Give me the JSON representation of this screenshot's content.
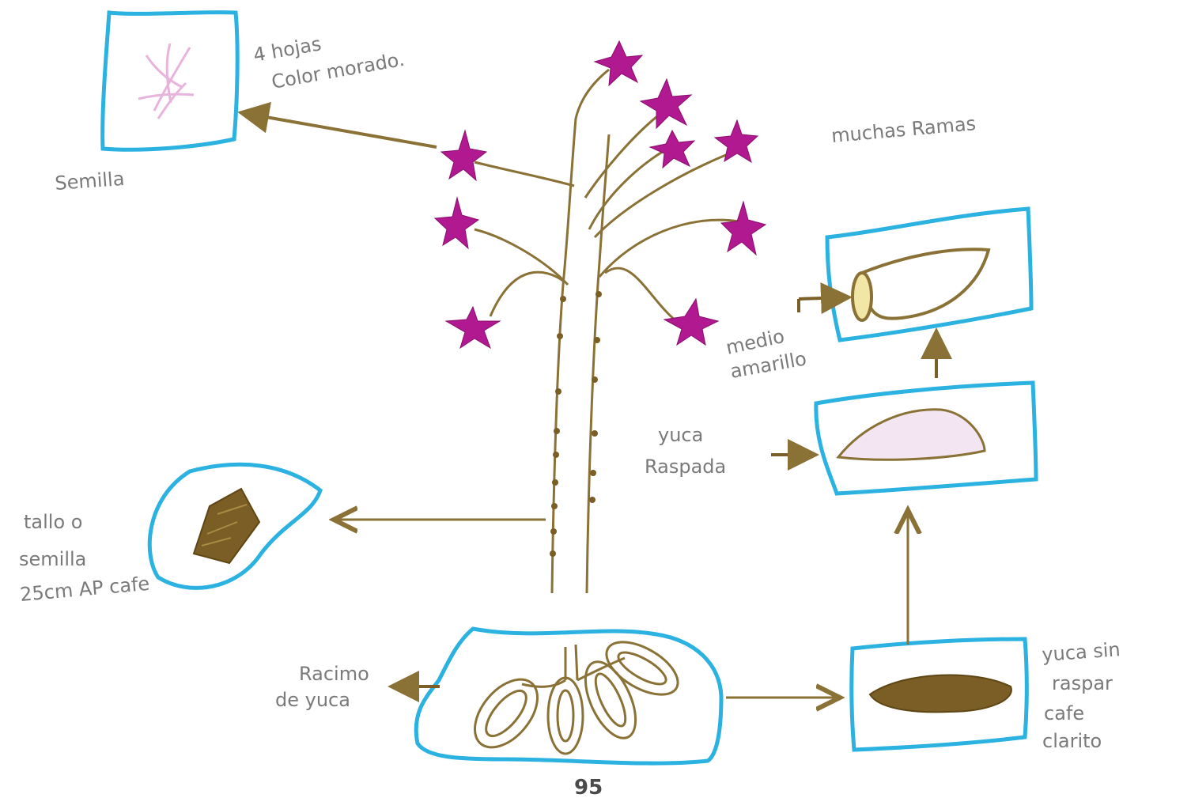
{
  "labels": {
    "seed_note_line1": "4 hojas",
    "seed_note_line2": "Color morado.",
    "seed": "Semilla",
    "branches": "muchas Ramas",
    "half_line1": "medio",
    "half_line2": "amarillo",
    "scraped_line1": "yuca",
    "scraped_line2": "Raspada",
    "stem_line1": "tallo o",
    "stem_line2": "semilla",
    "stem_line3": "25cm AP cafe",
    "cluster_line1": "Racimo",
    "cluster_line2": "de yuca",
    "unscraped_line1": "yuca sin",
    "unscraped_line2": "raspar",
    "unscraped_line3": "cafe",
    "unscraped_line4": "clarito"
  },
  "page_number": "95",
  "colors": {
    "frame": "#2bb2e0",
    "plant": "#8a7236",
    "flower": "#b0198f",
    "flower_light": "#e9b4dc",
    "root_fill": "#7a5e25",
    "text": "#7a7a7a"
  }
}
